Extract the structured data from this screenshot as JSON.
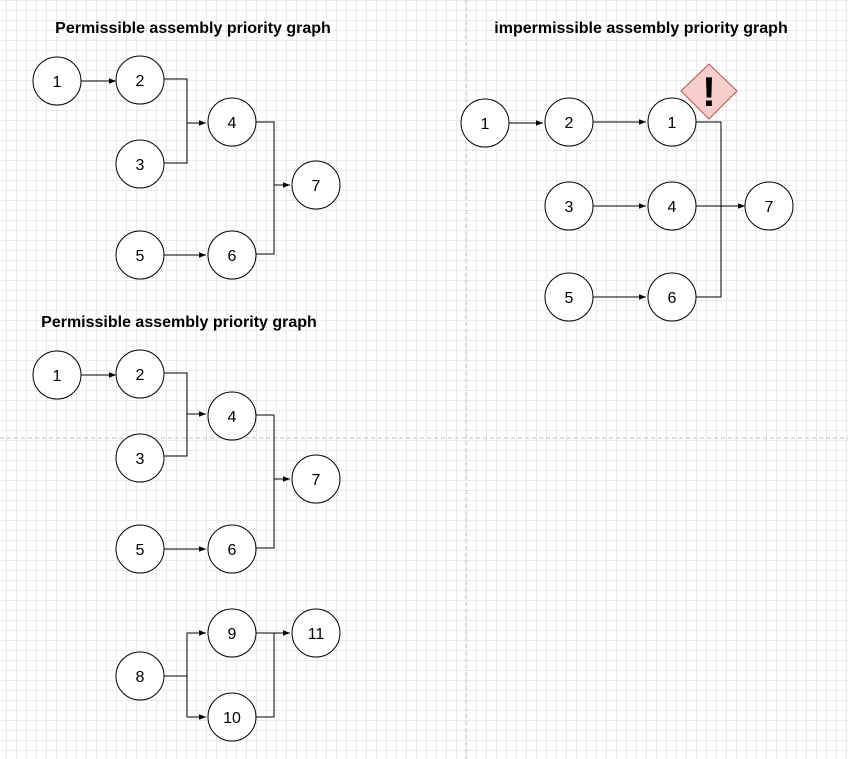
{
  "diagrams": [
    {
      "title": "Permissible assembly priority graph",
      "nodes": [
        {
          "id": "a1",
          "label": "1"
        },
        {
          "id": "a2",
          "label": "2"
        },
        {
          "id": "a3",
          "label": "3"
        },
        {
          "id": "a4",
          "label": "4"
        },
        {
          "id": "a5",
          "label": "5"
        },
        {
          "id": "a6",
          "label": "6"
        },
        {
          "id": "a7",
          "label": "7"
        }
      ],
      "edges": [
        {
          "from": "a1",
          "to": "a2"
        },
        {
          "from": "a2",
          "to": "a4"
        },
        {
          "from": "a3",
          "to": "a4"
        },
        {
          "from": "a4",
          "to": "a7"
        },
        {
          "from": "a5",
          "to": "a6"
        },
        {
          "from": "a6",
          "to": "a7"
        }
      ]
    },
    {
      "title": "impermissible assembly priority graph",
      "warning_icon": "exclamation-warning-icon",
      "warning_color": "#f8cecc",
      "warning_symbol": "!",
      "nodes": [
        {
          "id": "b1",
          "label": "1"
        },
        {
          "id": "b2",
          "label": "2"
        },
        {
          "id": "b3",
          "label": "1"
        },
        {
          "id": "b4",
          "label": "3"
        },
        {
          "id": "b5",
          "label": "4"
        },
        {
          "id": "b6",
          "label": "5"
        },
        {
          "id": "b7",
          "label": "6"
        },
        {
          "id": "b8",
          "label": "7"
        }
      ],
      "edges": [
        {
          "from": "b1",
          "to": "b2"
        },
        {
          "from": "b2",
          "to": "b3"
        },
        {
          "from": "b4",
          "to": "b5"
        },
        {
          "from": "b6",
          "to": "b7"
        },
        {
          "from": "b3",
          "to": "b8"
        },
        {
          "from": "b5",
          "to": "b8"
        },
        {
          "from": "b7",
          "to": "b8"
        }
      ]
    },
    {
      "title": "Permissible assembly priority graph",
      "nodes": [
        {
          "id": "c1",
          "label": "1"
        },
        {
          "id": "c2",
          "label": "2"
        },
        {
          "id": "c3",
          "label": "3"
        },
        {
          "id": "c4",
          "label": "4"
        },
        {
          "id": "c5",
          "label": "5"
        },
        {
          "id": "c6",
          "label": "6"
        },
        {
          "id": "c7",
          "label": "7"
        },
        {
          "id": "c8",
          "label": "8"
        },
        {
          "id": "c9",
          "label": "9"
        },
        {
          "id": "c10",
          "label": "10"
        },
        {
          "id": "c11",
          "label": "11"
        }
      ],
      "edges": [
        {
          "from": "c1",
          "to": "c2"
        },
        {
          "from": "c2",
          "to": "c4"
        },
        {
          "from": "c3",
          "to": "c4"
        },
        {
          "from": "c4",
          "to": "c7"
        },
        {
          "from": "c5",
          "to": "c6"
        },
        {
          "from": "c6",
          "to": "c7"
        },
        {
          "from": "c8",
          "to": "c9"
        },
        {
          "from": "c8",
          "to": "c10"
        },
        {
          "from": "c9",
          "to": "c11"
        },
        {
          "from": "c10",
          "to": "c11"
        }
      ]
    }
  ]
}
